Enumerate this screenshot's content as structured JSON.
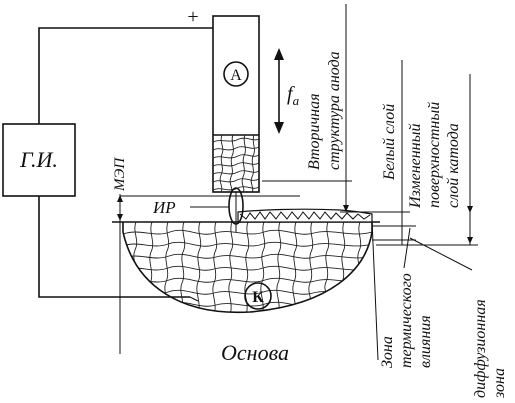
{
  "labels": {
    "power_source": "Г.И.",
    "plus_sign": "+",
    "anode_letter": "А",
    "force_symbol": "f",
    "force_subscript": "a",
    "mep": "МЭП",
    "ir": "ИР",
    "cathode_letter": "К",
    "base": "Основа",
    "secondary_structure": [
      "Вторичная",
      "структура анода"
    ],
    "white_layer": "Белый слой",
    "modified_layer": [
      "Измененный",
      "поверхностный",
      "слой  катода"
    ],
    "heat_zone": [
      "Зона",
      "термического",
      "влияния"
    ],
    "diffusion_zone": [
      "диффузионная",
      "зона"
    ]
  }
}
